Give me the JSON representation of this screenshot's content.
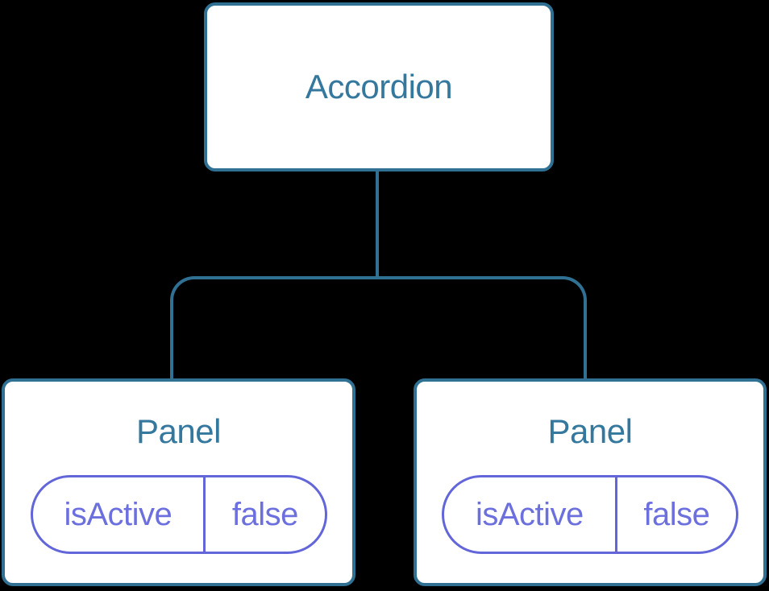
{
  "colors": {
    "canvas_bg": "#000000",
    "node_bg": "#FFFFFF",
    "node_border": "#2F7093",
    "node_text": "#35789E",
    "state_accent": "#6366D9",
    "state_text": "#6C6FDE"
  },
  "tree": {
    "root": {
      "label": "Accordion"
    },
    "children": [
      {
        "label": "Panel",
        "state": {
          "key": "isActive",
          "value": "false"
        }
      },
      {
        "label": "Panel",
        "state": {
          "key": "isActive",
          "value": "false"
        }
      }
    ]
  }
}
